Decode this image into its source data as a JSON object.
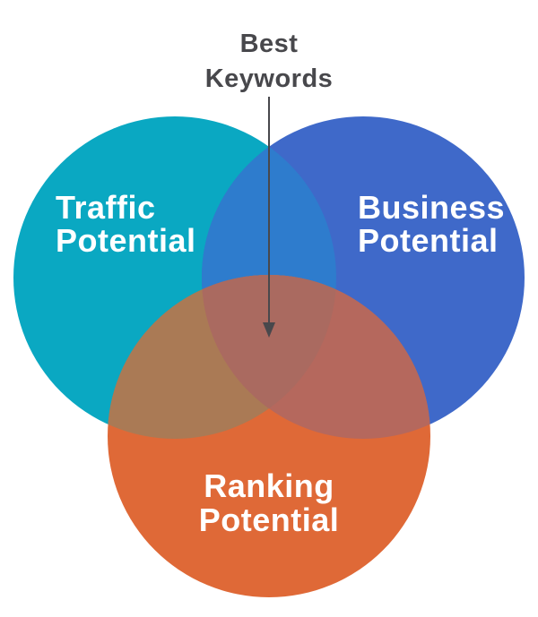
{
  "diagram": {
    "title": {
      "line1": "Best",
      "line2": "Keywords"
    },
    "title_color": "#48484C",
    "arrow_color": "#48484C",
    "label_color": "#FFFFFF",
    "background_color": "#FFFFFF",
    "circles": {
      "traffic": {
        "label_line1": "Traffic",
        "label_line2": "Potential",
        "color": "#0AA8C2"
      },
      "business": {
        "label_line1": "Business",
        "label_line2": "Potential",
        "color": "#3F69C9"
      },
      "ranking": {
        "label_line1": "Ranking",
        "label_line2": "Potential",
        "color": "#DF6937"
      }
    },
    "overlaps": {
      "traffic_business": "#2E7CCD",
      "traffic_ranking": "#AA7A55",
      "business_ranking": "#B5685D",
      "center": "#AA6A60"
    }
  }
}
